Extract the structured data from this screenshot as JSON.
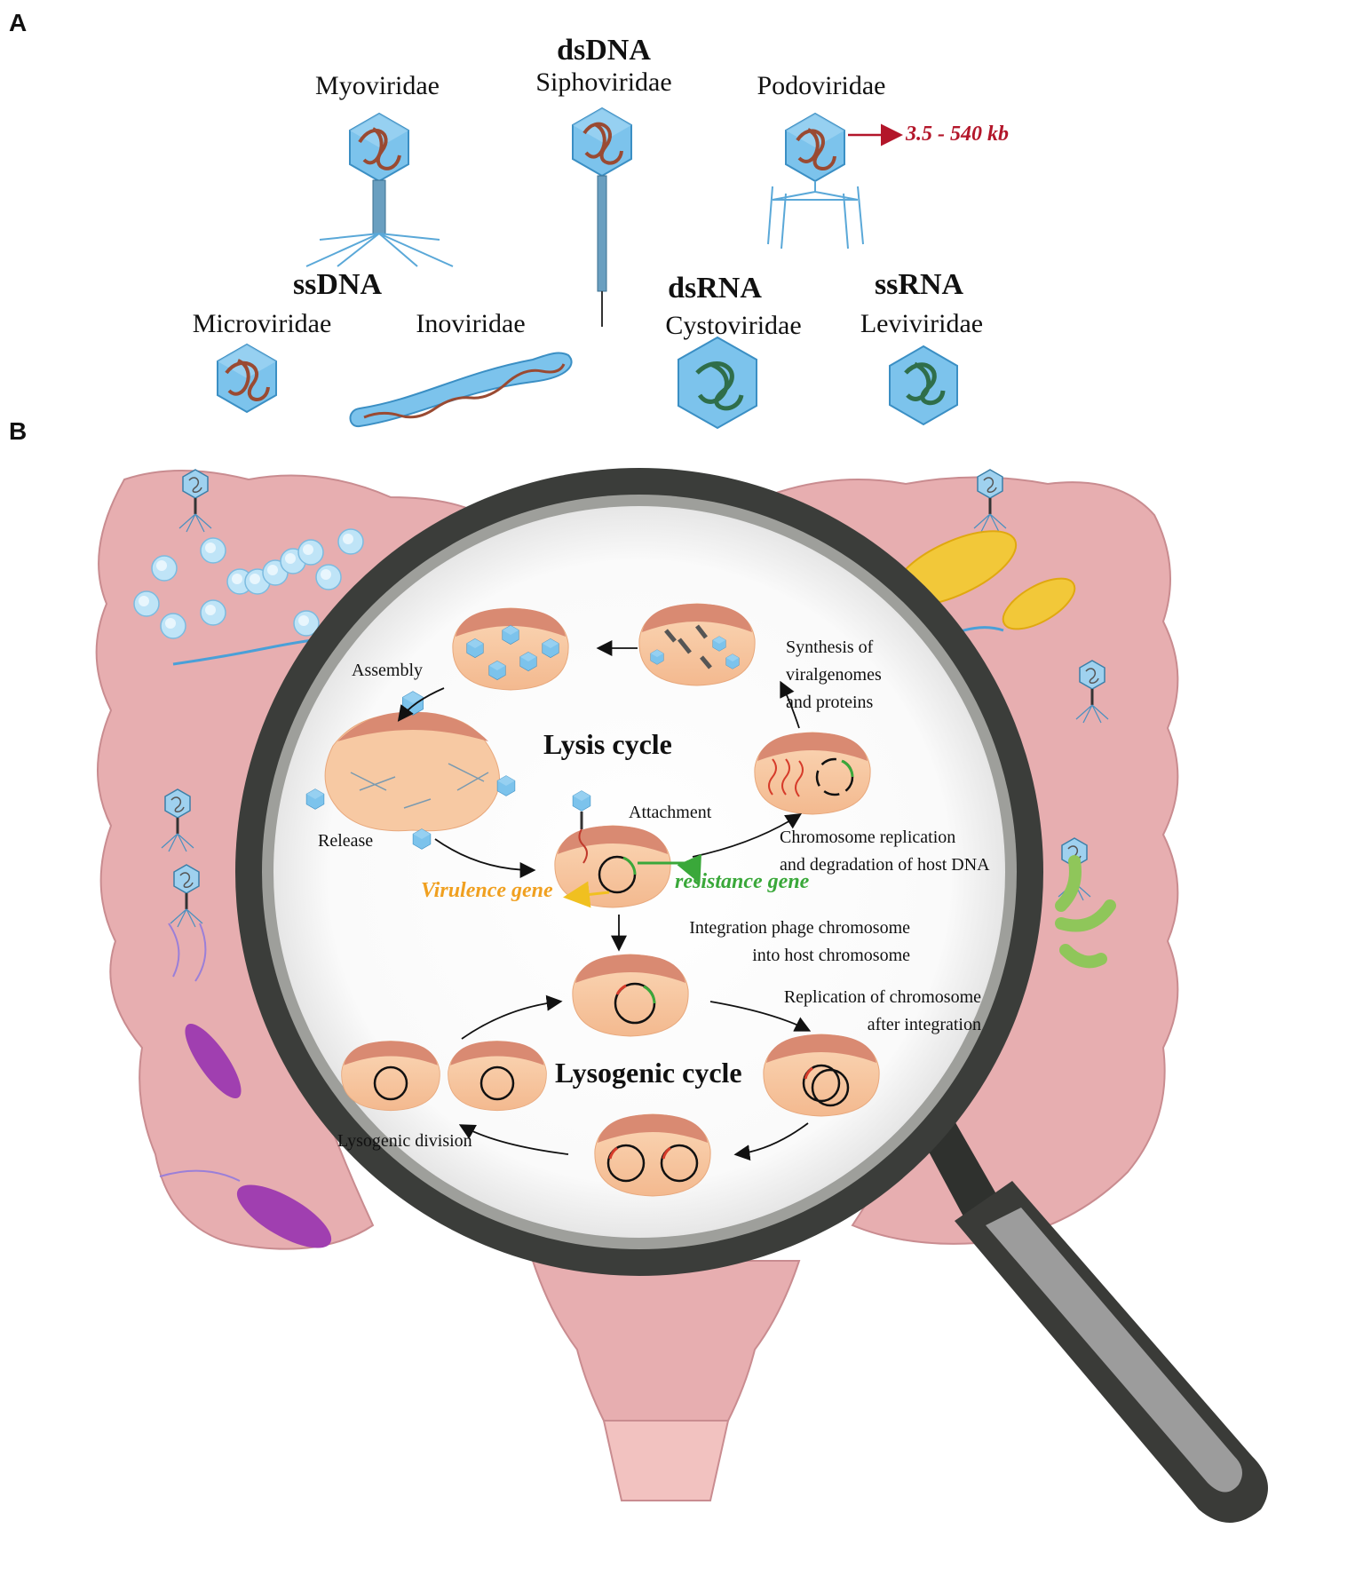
{
  "panels": {
    "a": "A",
    "b": "B"
  },
  "panel_a": {
    "genome_types": {
      "dsDNA": "dsDNA",
      "ssDNA": "ssDNA",
      "dsRNA": "dsRNA",
      "ssRNA": "ssRNA"
    },
    "families": {
      "myoviridae": "Myoviridae",
      "siphoviridae": "Siphoviridae",
      "podoviridae": "Podoviridae",
      "microviridae": "Microviridae",
      "inoviridae": "Inoviridae",
      "cystoviridae": "Cystoviridae",
      "leviviridae": "Leviviridae"
    },
    "genome_size": "3.5 - 540 kb"
  },
  "panel_b": {
    "lysis_title": "Lysis cycle",
    "lysogenic_title": "Lysogenic cycle",
    "steps": {
      "assembly": "Assembly",
      "synthesis": [
        "Synthesis of",
        "viralgenomes",
        "and proteins"
      ],
      "release": "Release",
      "attachment": "Attachment",
      "chromosome_replication": [
        "Chromosome replication",
        "and degradation of host DNA"
      ],
      "integration": [
        "Integration phage chromosome",
        "into host chromosome"
      ],
      "replication_after": [
        "Replication of chromosome",
        "after integration"
      ],
      "lysogenic_division": "Lysogenic division"
    },
    "genes": {
      "virulence": "Virulence gene",
      "resistance": "resistance gene"
    }
  },
  "colors": {
    "capsid": "#6fb8e6",
    "dna_brown": "#9a4a32",
    "rna_green": "#2f6e4a",
    "arrow_red": "#b3162a",
    "gut_pink": "#e7aeb0",
    "cell_body": "#f7c9a3",
    "cell_cap": "#d98a72",
    "lens_frame": "#3b3d3a",
    "virulence_orange": "#f0a020",
    "resistance_green": "#3aa83a"
  }
}
